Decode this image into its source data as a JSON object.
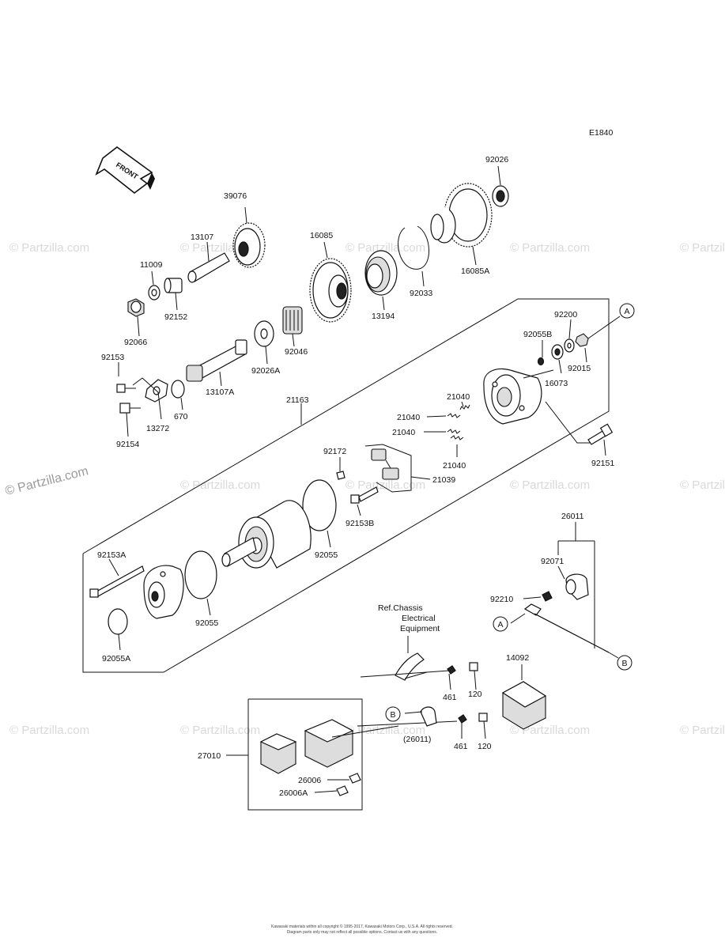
{
  "diagram_code": "E1840",
  "front_label": "FRONT",
  "watermarks": [
    "© Partzilla.com"
  ],
  "reference_note_lines": [
    "Ref.Chassis",
    "Electrical",
    "Equipment"
  ],
  "callouts": [
    "A",
    "B"
  ],
  "parts": [
    "92026",
    "39076",
    "16085",
    "13107",
    "11009",
    "92152",
    "92066",
    "92033",
    "16085A",
    "13194",
    "92046",
    "92026A",
    "92153",
    "13107A",
    "670",
    "13272",
    "92154",
    "21163",
    "92200",
    "92055B",
    "92015",
    "16073",
    "21040",
    "92151",
    "92172",
    "21039",
    "92153B",
    "92055",
    "92153A",
    "92055A",
    "26011",
    "92071",
    "92210",
    "14092",
    "461",
    "120",
    "(26011)",
    "27010",
    "26006",
    "26006A"
  ],
  "footer_lines": [
    "Kawasaki materials within all copyright © 1995-2017, Kawasaki Motors Corp., U.S.A. All rights reserved.",
    "Diagram parts only may not reflect all possible options. Contact us with any questions."
  ]
}
